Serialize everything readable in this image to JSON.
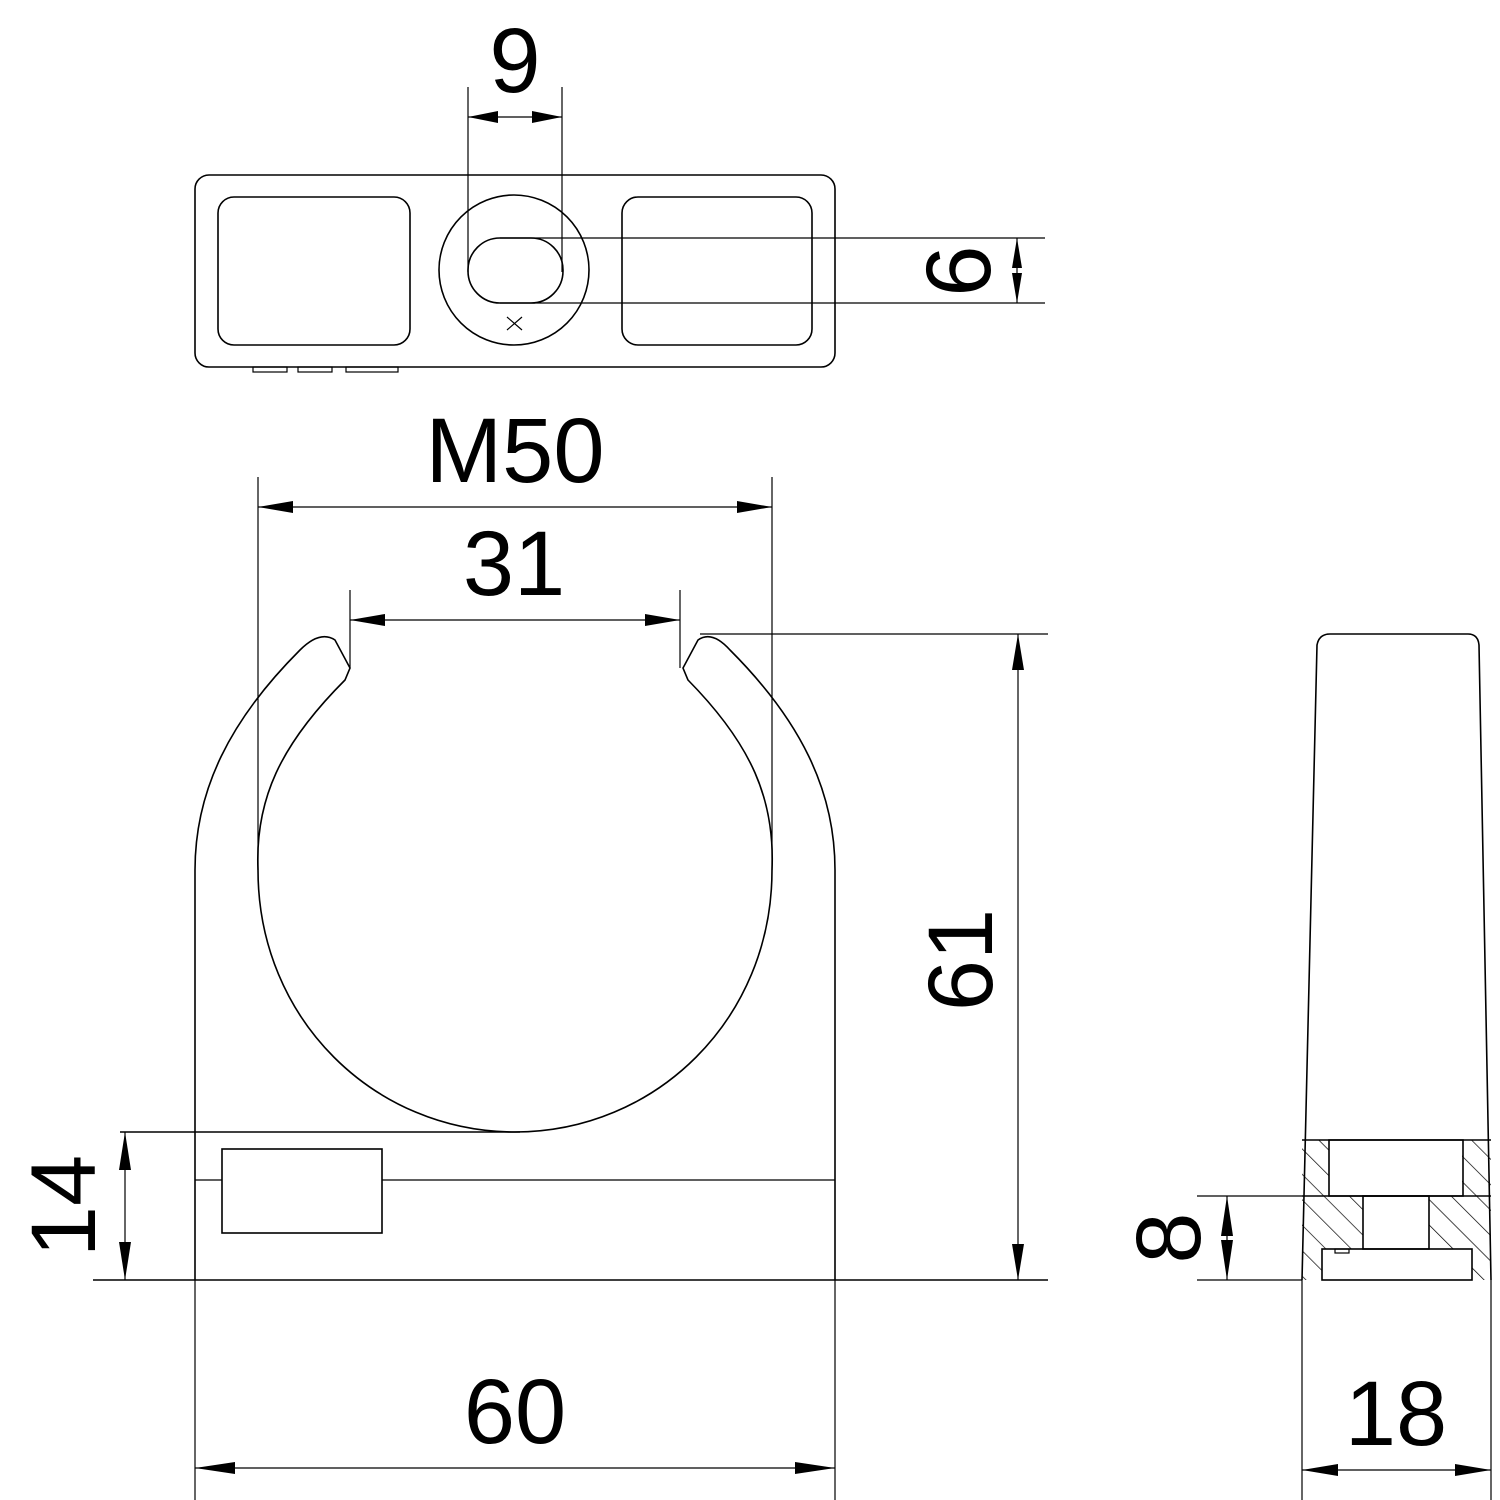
{
  "drawing": {
    "views": [
      "top-view",
      "front-view",
      "side-view"
    ],
    "line_color": "#000000",
    "background": "#ffffff"
  },
  "dimensions": {
    "top_slot_width": "9",
    "top_slot_height": "6",
    "thread_size": "M50",
    "opening_width": "31",
    "total_height": "61",
    "base_height": "14",
    "total_width": "60",
    "side_base_height": "8",
    "side_depth": "18"
  }
}
